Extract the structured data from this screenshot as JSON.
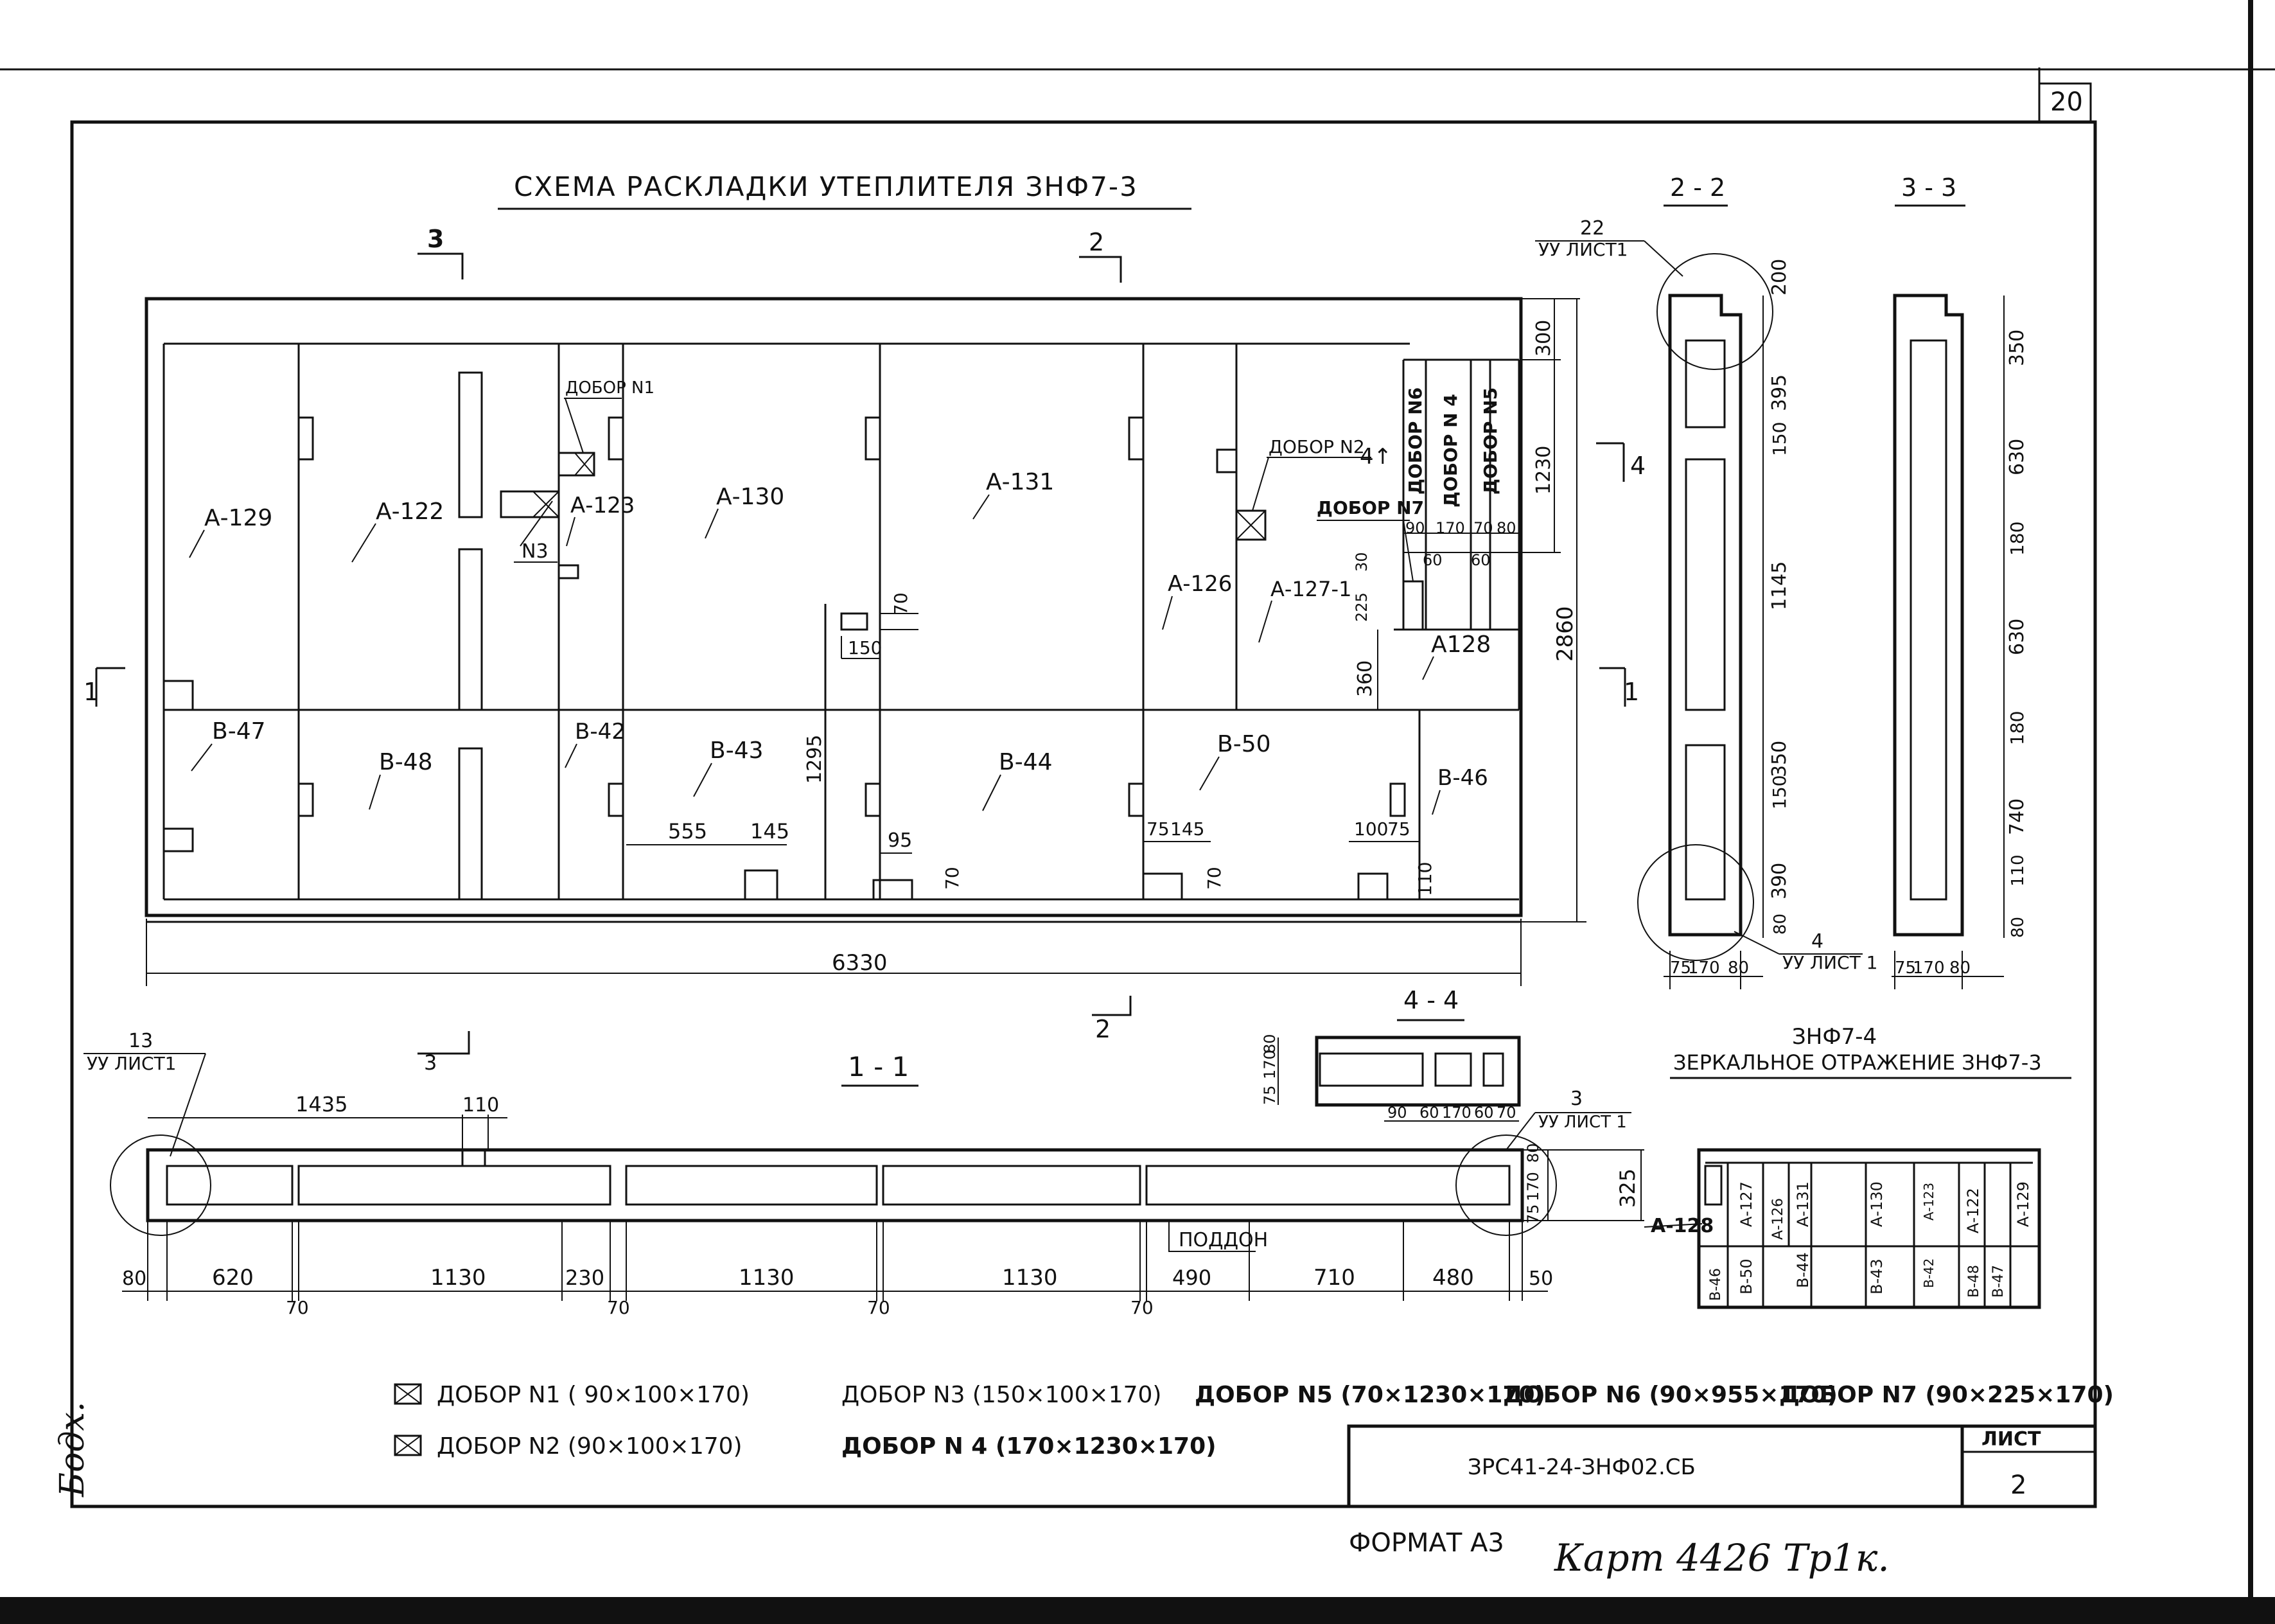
{
  "sheet": {
    "corner_number": "20",
    "title": "СХЕМА   РАСКЛАДКИ   УТЕПЛИТЕЛЯ ЗНФ7-3",
    "side_margin_note": "Бодх.",
    "format_label": "ФОРМАТ А3",
    "handwritten_note": "Карт 4426 Тр1к."
  },
  "plan": {
    "overall_width_dim": "6330",
    "height_dims": [
      "300",
      "1230",
      "2860"
    ],
    "section_markers": [
      "3",
      "2",
      "2",
      "1",
      "1",
      "4"
    ],
    "panels_top": [
      "А-129",
      "А-122",
      "А-123",
      "А-130",
      "А-131",
      "А-126",
      "А-127-1",
      "А128"
    ],
    "panels_bottom": [
      "В-47",
      "В-48",
      "В-42",
      "В-43",
      "В-44",
      "В-50",
      "В-46"
    ],
    "insert_labels": [
      "ДОБОР N1",
      "N3",
      "ДОБОР N2",
      "ДОБОР N7",
      "ДОБОР N6",
      "ДОБОР N 4",
      "ДОБОР N5"
    ],
    "dims_top_right": [
      "90",
      "170",
      "70",
      "80",
      "60",
      "60",
      "225",
      "30",
      "360"
    ],
    "dims_middle": [
      "70",
      "150",
      "1295"
    ],
    "dims_bottom": [
      "555",
      "145",
      "95",
      "70",
      "75",
      "145",
      "70",
      "100",
      "75",
      "110"
    ]
  },
  "section_2_2": {
    "title": "2 - 2",
    "callout_top": "22",
    "callout_top_ref": "УУ ЛИСТ1",
    "callout_bottom": "4",
    "callout_bottom_ref": "УУ ЛИСТ 1",
    "vertical_dims": [
      "200",
      "395",
      "150",
      "1145",
      "350",
      "150",
      "390",
      "80"
    ],
    "bottom_dims": [
      "75",
      "170",
      "80"
    ]
  },
  "section_3_3": {
    "title": "3 - 3",
    "vertical_dims": [
      "350",
      "630",
      "180",
      "630",
      "180",
      "740",
      "110",
      "80"
    ],
    "bottom_dims": [
      "75",
      "170",
      "80"
    ]
  },
  "section_4_4": {
    "title": "4 - 4",
    "left_dims": [
      "75",
      "170",
      "80"
    ],
    "bottom_dims": [
      "90",
      "60",
      "170",
      "60",
      "70"
    ],
    "callout": "3",
    "callout_ref": "УУ ЛИСТ 1"
  },
  "section_1_1": {
    "title": "1 - 1",
    "callout_left": "13",
    "callout_left_ref": "УУ ЛИСТ1",
    "marker": "3",
    "top_dims": [
      "1435",
      "110"
    ],
    "right_dims": [
      "80",
      "170",
      "75",
      "325"
    ],
    "bottom_dims": [
      "80",
      "620",
      "1130",
      "230",
      "1130",
      "1130",
      "490",
      "710",
      "480",
      "50"
    ],
    "gap_dims": [
      "70",
      "70",
      "70",
      "70"
    ],
    "pallet_label": "ПОДДОН"
  },
  "mirror": {
    "title_line1": "ЗНФ7-4",
    "title_line2": "ЗЕРКАЛЬНОЕ  ОТРАЖЕНИЕ ЗНФ7-3",
    "side_label": "А-128",
    "top_cells": [
      "А-127",
      "А-126",
      "А-131",
      "А-130",
      "А-123",
      "А-122",
      "А-129"
    ],
    "bottom_cells": [
      "В-46",
      "В-50",
      "В-44",
      "В-43",
      "В-42",
      "В-48",
      "В-47"
    ]
  },
  "legend": {
    "items": [
      "ДОБОР N1 ( 90×100×170)",
      "ДОБОР N2 (90×100×170)",
      "ДОБОР N3 (150×100×170)",
      "ДОБОР N 4 (170×1230×170)",
      "ДОБОР N5 (70×1230×170)",
      "ДОБОР N6 (90×955×170)",
      "ДОБОР N7 (90×225×170)"
    ]
  },
  "title_block": {
    "code": "ЗРС41-24-ЗНФ02.СБ",
    "sheet_label": "ЛИСТ",
    "sheet_number": "2"
  }
}
